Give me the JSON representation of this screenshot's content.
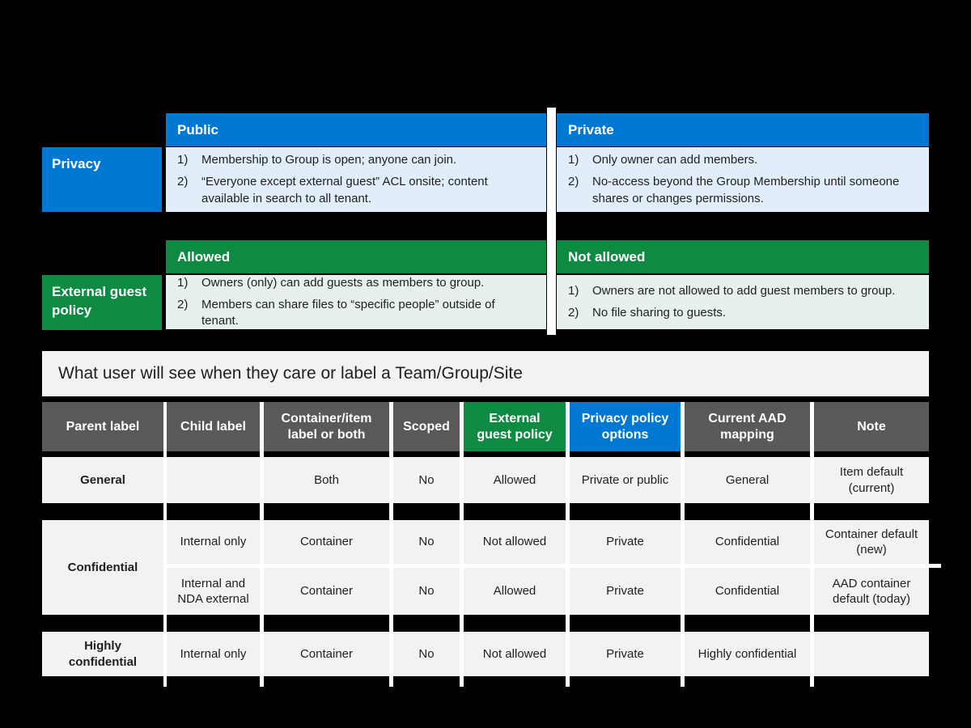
{
  "colors": {
    "background": "#000000",
    "blue": "#0078d4",
    "blue_light": "#e1edf9",
    "green": "#0f8a43",
    "green_light": "#e5f1ea",
    "gray_dark": "#595959",
    "gray_light": "#f2f2f2",
    "text_dark": "#1f1f1f",
    "white": "#ffffff"
  },
  "privacy_section": {
    "row_label": "Privacy",
    "columns": [
      {
        "header": "Public",
        "items": [
          {
            "n": "1)",
            "text": "Membership to Group is open; anyone can join."
          },
          {
            "n": "2)",
            "text": "“Everyone except external guest” ACL onsite; content available in search to all tenant."
          }
        ]
      },
      {
        "header": "Private",
        "items": [
          {
            "n": "1)",
            "text": "Only owner can add members."
          },
          {
            "n": "2)",
            "text": "No-access beyond the Group Membership until someone shares or changes permissions."
          }
        ]
      }
    ]
  },
  "guest_section": {
    "row_label": "External guest policy",
    "columns": [
      {
        "header": "Allowed",
        "items": [
          {
            "n": "1)",
            "text": "Owners (only) can add guests as members to group."
          },
          {
            "n": "2)",
            "text": "Members can share files to “specific people” outside of tenant."
          }
        ]
      },
      {
        "header": "Not allowed",
        "items": [
          {
            "n": "1)",
            "text": "Owners are not allowed to add guest members to group."
          },
          {
            "n": "2)",
            "text": "No file sharing to guests."
          }
        ]
      }
    ]
  },
  "label_table": {
    "title": "What user will see when they care or label a Team/Group/Site",
    "headers": [
      {
        "label": "Parent label"
      },
      {
        "label": "Child label"
      },
      {
        "label": "Container/item label or both"
      },
      {
        "label": "Scoped"
      },
      {
        "label": "External guest policy"
      },
      {
        "label": "Privacy policy options"
      },
      {
        "label": "Current AAD mapping"
      },
      {
        "label": "Note"
      }
    ],
    "rows": [
      {
        "parent_label": "General",
        "child_label": "",
        "container_item": "Both",
        "scoped": "No",
        "external_guest_policy": "Allowed",
        "privacy_policy_options": "Private or public",
        "current_aad_mapping": "General",
        "note": "Item default (current)"
      },
      {
        "parent_label": "Confidential",
        "child_label": "Internal only",
        "container_item": "Container",
        "scoped": "No",
        "external_guest_policy": "Not allowed",
        "privacy_policy_options": "Private",
        "current_aad_mapping": "Confidential",
        "note": "Container default (new)"
      },
      {
        "parent_label": "",
        "child_label": "Internal and NDA external",
        "container_item": "Container",
        "scoped": "No",
        "external_guest_policy": "Allowed",
        "privacy_policy_options": "Private",
        "current_aad_mapping": "Confidential",
        "note": "AAD container default (today)"
      },
      {
        "parent_label": "Highly confidential",
        "child_label": "Internal only",
        "container_item": "Container",
        "scoped": "No",
        "external_guest_policy": "Not allowed",
        "privacy_policy_options": "Private",
        "current_aad_mapping": "Highly confidential",
        "note": ""
      }
    ]
  }
}
